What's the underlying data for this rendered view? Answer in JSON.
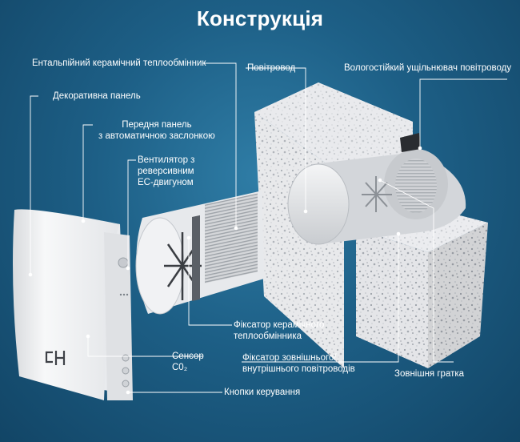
{
  "title": "Конструкція",
  "labels": {
    "heat_exchanger": "Ентальпійний керамічний теплообмінник",
    "decor_panel": "Декоративна панель",
    "front_panel": [
      "Передня панель",
      "з автоматичною заслонкою"
    ],
    "fan": [
      "Вентилятор з",
      "реверсивним",
      "EC-двигуном"
    ],
    "duct": "Повітровод",
    "seal": "Вологостійкий ущільнювач повітроводу",
    "ceramic_fixer": [
      "Фіксатор керамічного",
      "теплообмінника"
    ],
    "sensor": [
      "Сенсор",
      "C0₂"
    ],
    "duct_fixer": [
      "Фіксатор зовнішнього/",
      "внутрішнього повітроводів"
    ],
    "outer_grille": "Зовнішня гратка",
    "buttons": "Кнопки керування"
  },
  "brand_logo": "CH",
  "colors": {
    "background": "#1d5f86",
    "leader_line": "#ffffff",
    "device_body": "#f2f3f5",
    "wall_foam": "#e6e7ea"
  },
  "icons": [
    "leader-dot-icon",
    "brand-logo-icon"
  ]
}
